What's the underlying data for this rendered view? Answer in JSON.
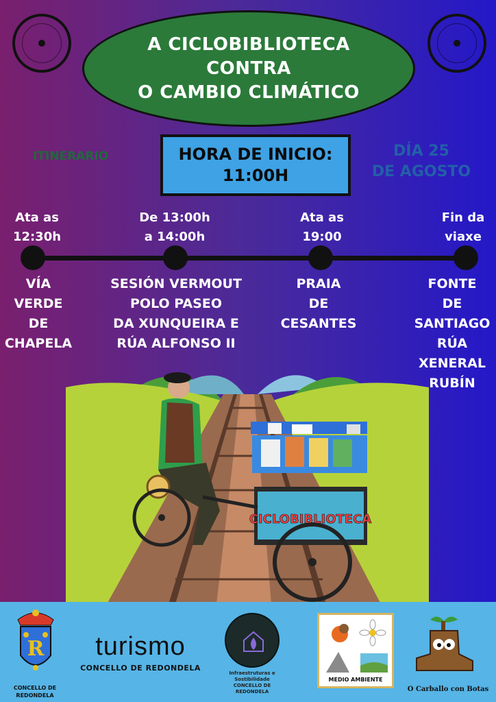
{
  "title": [
    "A CICLOBIBLIOTECA",
    "CONTRA",
    "O CAMBIO CLIMÁTICO"
  ],
  "itinerario_label": "ITINERARIO",
  "start": {
    "line1": "HORA DE INICIO:",
    "line2": "11:00H"
  },
  "date": {
    "line1": "DÍA 25",
    "line2": "DE AGOSTO"
  },
  "stops": [
    {
      "time": [
        "Ata as",
        "12:30h"
      ],
      "place": [
        "VÍA",
        "VERDE",
        "DE",
        "CHAPELA"
      ]
    },
    {
      "time": [
        "De 13:00h",
        "a 14:00h"
      ],
      "place": [
        "SESIÓN VERMOUT",
        "POLO PASEO",
        "DA XUNQUEIRA E",
        "RÚA ALFONSO II"
      ]
    },
    {
      "time": [
        "Ata as",
        "19:00"
      ],
      "place": [
        "PRAIA",
        "DE",
        "CESANTES"
      ]
    },
    {
      "time": [
        "Fin da",
        "viaxe"
      ],
      "place": [
        "FONTE",
        "DE",
        "SANTIAGO",
        "RÚA",
        "XENERAL",
        "RUBÍN"
      ]
    }
  ],
  "cart_sign": "CICLOBIBLIOTECA",
  "logos": {
    "concello": [
      "CONCELLO DE",
      "REDONDELA"
    ],
    "turismo": {
      "word": "turismo",
      "sub": "CONCELLO DE REDONDELA"
    },
    "infra": {
      "ring": "Infraestruturas e Sostibilidade",
      "sub": "CONCELLO DE REDONDELA"
    },
    "medio": "MEDIO AMBIENTE",
    "carballo": "O Carballo con Botas"
  },
  "colors": {
    "background_left": "#7a1f6e",
    "background_right": "#2418c8",
    "title_ellipse": "#2b7a3a",
    "start_box": "#3ea2e5",
    "footer": "#56b4e6",
    "hills": "#b6d23a"
  }
}
